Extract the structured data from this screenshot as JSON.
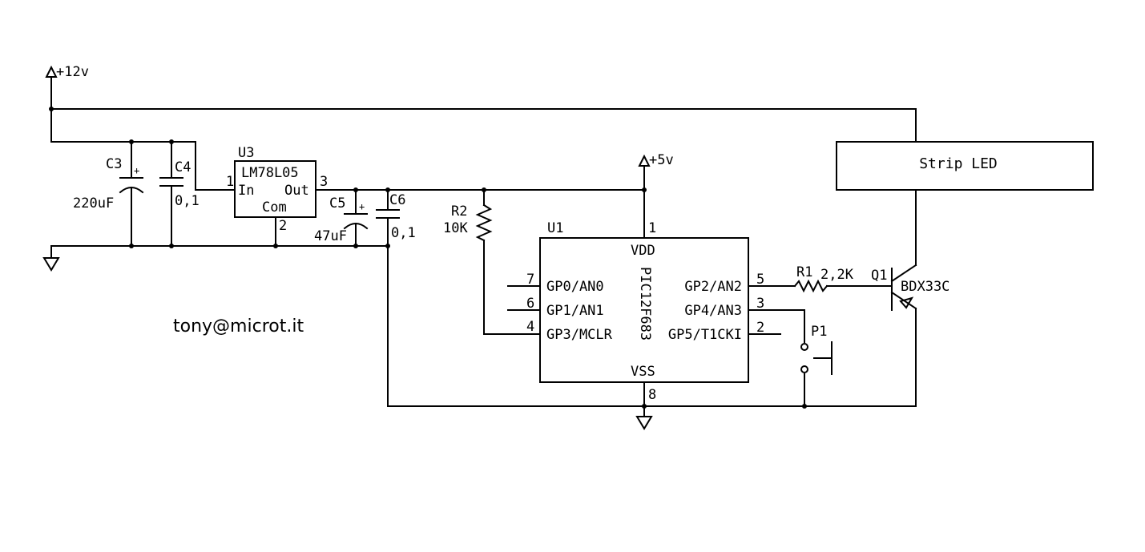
{
  "power": {
    "v12": "+12v",
    "v5": "+5v"
  },
  "u3": {
    "ref": "U3",
    "part": "LM78L05",
    "in": "In",
    "out": "Out",
    "com": "Com",
    "pin_in": "1",
    "pin_out": "3",
    "pin_com": "2"
  },
  "c3": {
    "ref": "C3",
    "value": "220uF"
  },
  "c4": {
    "ref": "C4",
    "value": "0,1"
  },
  "c5": {
    "ref": "C5",
    "value": "47uF"
  },
  "c6": {
    "ref": "C6",
    "value": "0,1"
  },
  "r2": {
    "ref": "R2",
    "value": "10K"
  },
  "r1": {
    "ref": "R1",
    "value": "2,2K"
  },
  "q1": {
    "ref": "Q1",
    "part": "BDX33C"
  },
  "p1": {
    "ref": "P1"
  },
  "polarity_mark": "+",
  "led": {
    "label": "Strip LED"
  },
  "u1": {
    "ref": "U1",
    "part": "PIC12F683",
    "vdd": "VDD",
    "vss": "VSS",
    "pin_vdd": "1",
    "pin_vss": "8",
    "left_pins": [
      {
        "num": "7",
        "name": "GP0/AN0"
      },
      {
        "num": "6",
        "name": "GP1/AN1"
      },
      {
        "num": "4",
        "name": "GP3/MCLR"
      }
    ],
    "right_pins": [
      {
        "num": "5",
        "name": "GP2/AN2"
      },
      {
        "num": "3",
        "name": "GP4/AN3"
      },
      {
        "num": "2",
        "name": "GP5/T1CKI"
      }
    ]
  },
  "author": "tony@microt.it"
}
